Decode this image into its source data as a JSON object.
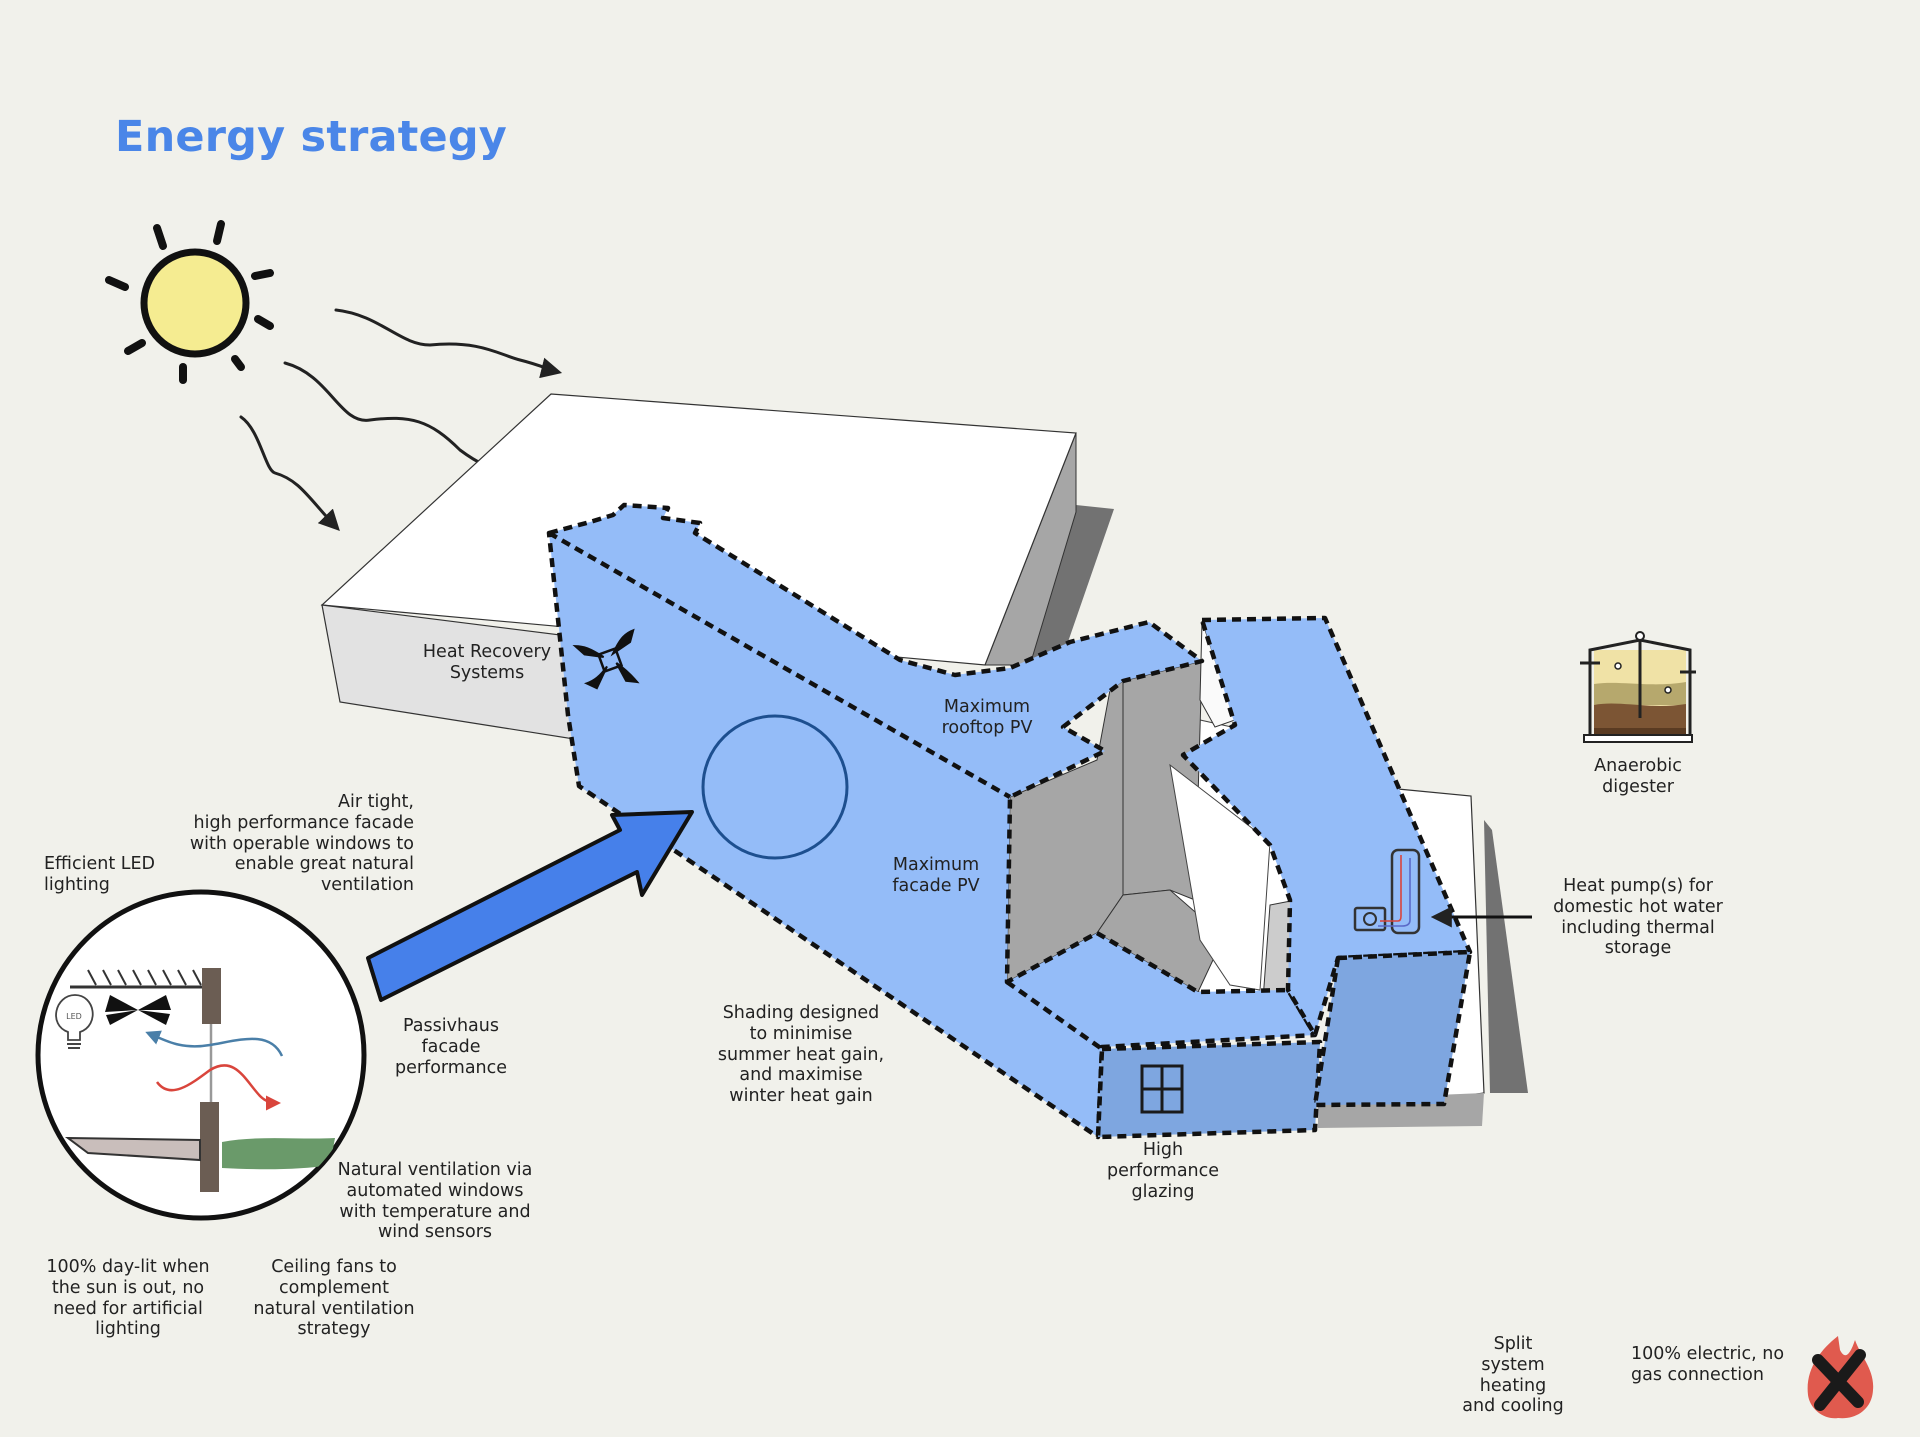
{
  "title": "Energy strategy",
  "colors": {
    "background": "#f1f1eb",
    "title": "#4a86e8",
    "pv_blue": "#94bcf8",
    "pv_blue_dark": "#7ea6e0",
    "arrow_blue": "#4680ea",
    "sun_yellow": "#f5ec91",
    "wall_gray": "#a6a6a6",
    "shadow_gray": "#727272",
    "flame_red": "#e05a4e"
  },
  "icons": {
    "sun": "sun-icon",
    "fan": "heat-recovery-fan-icon",
    "heat_pump": "heat-pump-icon",
    "digester": "anaerobic-digester-icon",
    "no_gas": "no-gas-flame-icon",
    "led_bulb": "led-bulb-icon",
    "ceiling_fan": "ceiling-fan-icon",
    "window": "window-icon"
  },
  "inset": {
    "led_text": "LED"
  },
  "labels": {
    "heat_recovery": "Heat Recovery\nSystems",
    "rooftop_pv": "Maximum\nrooftop PV",
    "facade_pv": "Maximum\nfacade PV",
    "anaerobic": "Anaerobic\ndigester",
    "heat_pump": "Heat pump(s) for\ndomestic hot water\nincluding thermal\nstorage",
    "air_tight": "Air tight,\nhigh performance facade\nwith operable windows to\nenable great natural\nventilation",
    "led_lighting": "Efficient LED\nlighting",
    "passivhaus": "Passivhaus\nfacade\nperformance",
    "natural_vent": "Natural ventilation via\nautomated windows\nwith temperature and\nwind sensors",
    "shading": "Shading designed\nto minimise\nsummer heat gain,\nand maximise\nwinter heat gain",
    "glazing": "High\nperformance\nglazing",
    "daylit": "100% day-lit when\nthe sun is out, no\nneed for artificial\nlighting",
    "ceiling_fans": "Ceiling fans to\ncomplement\nnatural ventilation\nstrategy",
    "split_system": "Split\nsystem\nheating\nand cooling",
    "electric": "100% electric, no\ngas connection"
  }
}
